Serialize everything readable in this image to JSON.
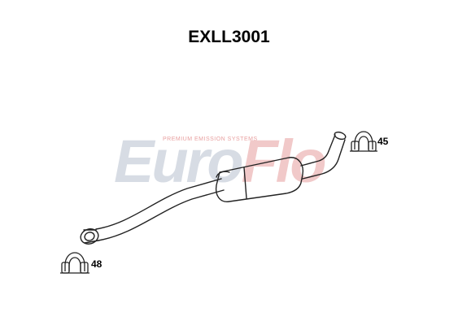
{
  "part_number": "EXLL3001",
  "brand": {
    "word_first": "Euro",
    "word_second": "Flo",
    "tagline": "PREMIUM EMISSION SYSTEMS"
  },
  "clamps": [
    {
      "id": "clamp-top",
      "qty": "45"
    },
    {
      "id": "clamp-bottom",
      "qty": "48"
    }
  ],
  "colors": {
    "outline": "#222222",
    "watermark_blue": "#d7dce4",
    "watermark_red": "#f1c9c9"
  }
}
